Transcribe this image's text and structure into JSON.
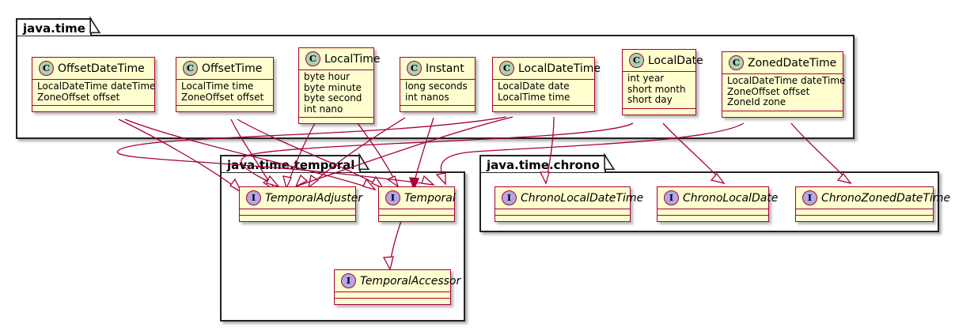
{
  "diagram": {
    "kind": "uml-class-diagram",
    "colors": {
      "node_fill": "#FEFECE",
      "node_border": "#A80036",
      "class_badge_fill": "#ADD1B2",
      "interface_badge_fill": "#B4A7E5",
      "package_border": "#222222",
      "connector": "#A80036",
      "background": "#FFFFFF"
    },
    "badge_class_glyph": "C",
    "badge_interface_glyph": "I"
  },
  "packages": [
    {
      "id": "java-time",
      "label": "java.time"
    },
    {
      "id": "java-time-temporal",
      "label": "java.time.temporal"
    },
    {
      "id": "java-time-chrono",
      "label": "java.time.chrono"
    }
  ],
  "nodes": {
    "offset_date_time": {
      "name": "OffsetDateTime",
      "stereotype": "class",
      "attributes": [
        "LocalDateTime dateTime",
        "ZoneOffset offset"
      ]
    },
    "offset_time": {
      "name": "OffsetTime",
      "stereotype": "class",
      "attributes": [
        "LocalTime time",
        "ZoneOffset offset"
      ]
    },
    "local_time": {
      "name": "LocalTime",
      "stereotype": "class",
      "attributes": [
        "byte hour",
        "byte minute",
        "byte second",
        "int nano"
      ]
    },
    "instant": {
      "name": "Instant",
      "stereotype": "class",
      "attributes": [
        "long seconds",
        "int nanos"
      ]
    },
    "local_date_time": {
      "name": "LocalDateTime",
      "stereotype": "class",
      "attributes": [
        "LocalDate date",
        "LocalTime time"
      ]
    },
    "local_date": {
      "name": "LocalDate",
      "stereotype": "class",
      "attributes": [
        "int year",
        "short month",
        "short day"
      ]
    },
    "zoned_date_time": {
      "name": "ZonedDateTime",
      "stereotype": "class",
      "attributes": [
        "LocalDateTime dateTime",
        "ZoneOffset offset",
        "ZoneId zone"
      ]
    },
    "temporal_adjuster": {
      "name": "TemporalAdjuster",
      "stereotype": "interface",
      "attributes": []
    },
    "temporal": {
      "name": "Temporal",
      "stereotype": "interface",
      "attributes": []
    },
    "temporal_accessor": {
      "name": "TemporalAccessor",
      "stereotype": "interface",
      "attributes": []
    },
    "chrono_local_date_time": {
      "name": "ChronoLocalDateTime",
      "stereotype": "interface",
      "attributes": []
    },
    "chrono_local_date": {
      "name": "ChronoLocalDate",
      "stereotype": "interface",
      "attributes": []
    },
    "chrono_zoned_date_time": {
      "name": "ChronoZonedDateTime",
      "stereotype": "interface",
      "attributes": []
    }
  },
  "relations": [
    {
      "from": "offset_date_time",
      "to": "temporal_adjuster",
      "type": "realization"
    },
    {
      "from": "offset_date_time",
      "to": "temporal",
      "type": "realization"
    },
    {
      "from": "offset_time",
      "to": "temporal_adjuster",
      "type": "realization"
    },
    {
      "from": "offset_time",
      "to": "temporal",
      "type": "realization"
    },
    {
      "from": "local_time",
      "to": "temporal_adjuster",
      "type": "realization"
    },
    {
      "from": "local_time",
      "to": "temporal",
      "type": "realization"
    },
    {
      "from": "instant",
      "to": "temporal_adjuster",
      "type": "realization"
    },
    {
      "from": "instant",
      "to": "temporal",
      "type": "dependency"
    },
    {
      "from": "local_date_time",
      "to": "temporal_adjuster",
      "type": "realization"
    },
    {
      "from": "local_date_time",
      "to": "temporal",
      "type": "realization"
    },
    {
      "from": "local_date_time",
      "to": "chrono_local_date_time",
      "type": "realization"
    },
    {
      "from": "local_date",
      "to": "temporal_adjuster",
      "type": "realization"
    },
    {
      "from": "local_date",
      "to": "chrono_local_date",
      "type": "realization"
    },
    {
      "from": "zoned_date_time",
      "to": "temporal",
      "type": "realization"
    },
    {
      "from": "zoned_date_time",
      "to": "chrono_zoned_date_time",
      "type": "realization"
    },
    {
      "from": "temporal",
      "to": "temporal_accessor",
      "type": "realization"
    }
  ]
}
